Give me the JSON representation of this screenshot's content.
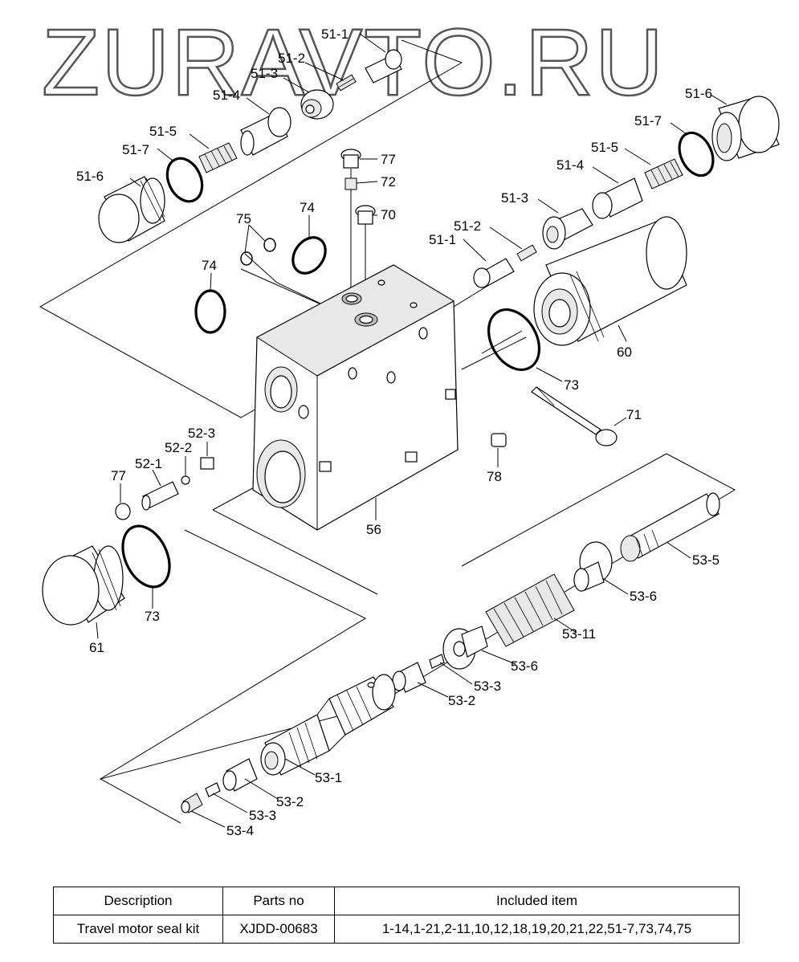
{
  "watermark": "ZURAVTO.RU",
  "callouts": {
    "c51_1a": "51-1",
    "c51_2a": "51-2",
    "c51_3a": "51-3",
    "c51_4a": "51-4",
    "c51_5a": "51-5",
    "c51_7a": "51-7",
    "c51_6a": "51-6",
    "c51_6b": "51-6",
    "c51_7b": "51-7",
    "c51_5b": "51-5",
    "c51_4b": "51-4",
    "c51_3b": "51-3",
    "c51_2b": "51-2",
    "c51_1b": "51-1",
    "c77a": "77",
    "c72": "72",
    "c70": "70",
    "c74a": "74",
    "c75": "75",
    "c74b": "74",
    "c60": "60",
    "c73a": "73",
    "c71": "71",
    "c78": "78",
    "c56": "56",
    "c52_3": "52-3",
    "c52_2": "52-2",
    "c52_1": "52-1",
    "c77b": "77",
    "c73b": "73",
    "c61": "61",
    "c53_5": "53-5",
    "c53_6a": "53-6",
    "c53_11": "53-11",
    "c53_6b": "53-6",
    "c53_3a": "53-3",
    "c53_2a": "53-2",
    "c53_1": "53-1",
    "c53_2b": "53-2",
    "c53_3b": "53-3",
    "c53_4": "53-4"
  },
  "table": {
    "headers": [
      "Description",
      "Parts no",
      "Included item"
    ],
    "rows": [
      [
        "Travel motor seal kit",
        "XJDD-00683",
        "1-14,1-21,2-11,10,12,18,19,20,21,22,51-7,73,74,75"
      ]
    ]
  }
}
